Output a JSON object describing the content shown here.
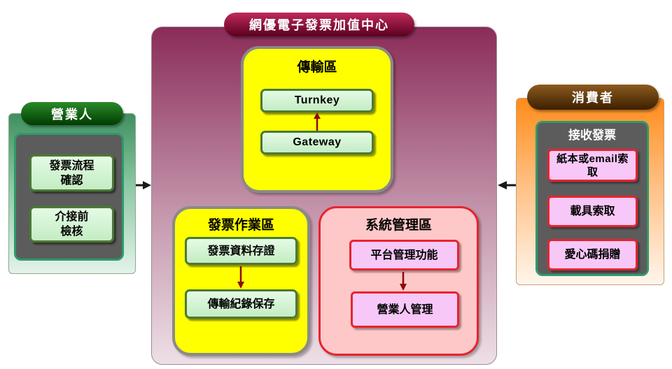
{
  "center": {
    "title": "網優電子發票加值中心",
    "transport": {
      "title": "傳輸區",
      "turnkey": "Turnkey",
      "gateway": "Gateway"
    },
    "invoice_ops": {
      "title": "發票作業區",
      "storage": "發票資料存證",
      "log": "傳輸紀錄保存"
    },
    "system_mgmt": {
      "title": "系統管理區",
      "platform": "平台管理功能",
      "merchant": "營業人管理"
    }
  },
  "merchant": {
    "title": "營業人",
    "step1_line1": "發票流程",
    "step1_line2": "確認",
    "step2_line1": "介接前",
    "step2_line2": "檢核"
  },
  "consumer": {
    "title": "消費者",
    "receive_title": "接收發票",
    "opt1_line1": "紙本或email索",
    "opt1_line2": "取",
    "opt2": "載具索取",
    "opt3": "愛心碼捐贈"
  },
  "colors": {
    "center_top": "#8e3a5e",
    "transport_bg": "#ffff00",
    "system_mgmt_bg": "#ffc8c8",
    "merchant_title": "#0a5a0a",
    "consumer_title": "#5a3400"
  }
}
